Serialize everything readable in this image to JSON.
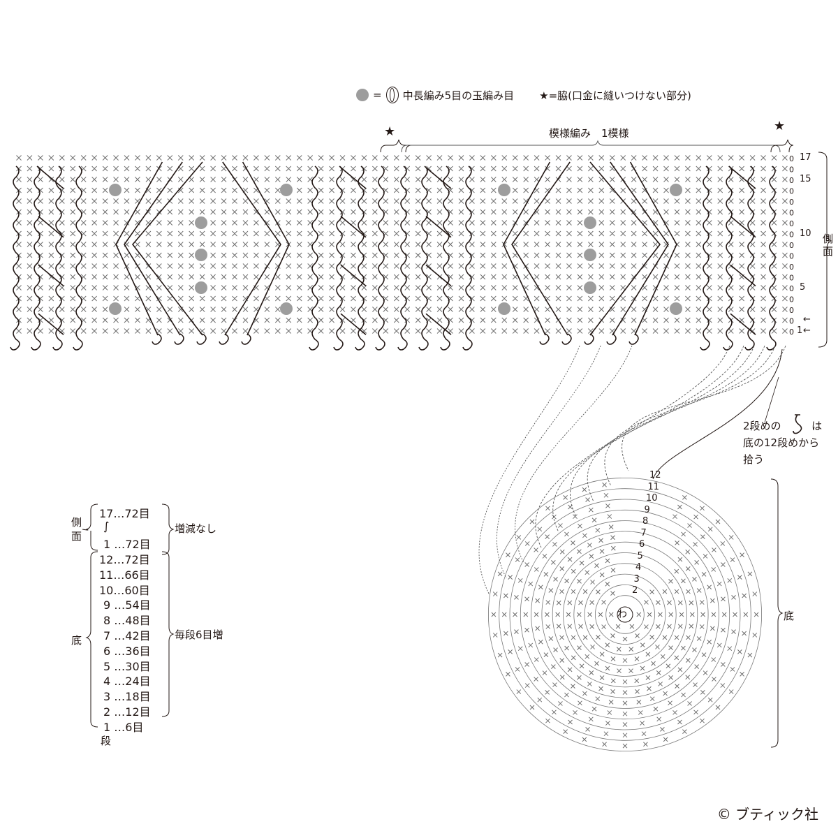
{
  "legend": {
    "bobble_symbol": "=",
    "bobble_desc": "中長編み5目の玉編み目",
    "star_desc": "★=脇(口金に縫いつけない部分)"
  },
  "chart": {
    "star_left": "★",
    "star_right": "★",
    "repeat_label": "模様編み　1模様",
    "row_labels": [
      "17",
      "15",
      "10",
      "5",
      "1"
    ],
    "side_label": "側面",
    "bottom_label": "底",
    "ring_center": "わ",
    "ring_labels": [
      "2",
      "3",
      "4",
      "5",
      "6",
      "7",
      "8",
      "9",
      "10",
      "11",
      "12"
    ],
    "arrow": "←"
  },
  "note": {
    "line1_a": "2段めの",
    "line1_b": "は",
    "line2": "底の12段めから",
    "line3": "拾う"
  },
  "table": {
    "side_label": "側面",
    "side_rows": [
      "17…72目",
      "∫",
      "1 …72目"
    ],
    "side_note": "増減なし",
    "bottom_label": "底",
    "bottom_rows": [
      "12…72目",
      "11…66目",
      "10…60目",
      "9 …54目",
      "8 …48目",
      "7 …42目",
      "6 …36目",
      "5 …30目",
      "4 …24目",
      "3 …18目",
      "2 …12目",
      "1 …6目"
    ],
    "bottom_note": "毎段6目増",
    "footer": "段"
  },
  "colors": {
    "ink": "#231815",
    "bobble": "#9d9d9d",
    "cross": "#6e6e6e"
  },
  "copyright": "© ブティック社"
}
